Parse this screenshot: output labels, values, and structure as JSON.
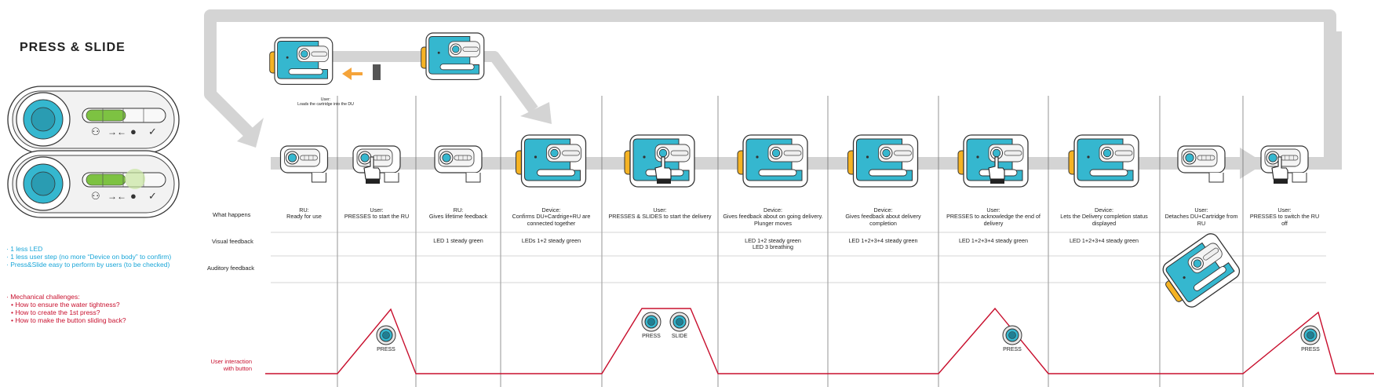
{
  "title": "PRESS & SLIDE",
  "benefits": [
    "· 1 less LED",
    "· 1 less user step (no more “Device on body” to confirm)",
    "· Press&Slide easy to perform by users (to be checked)"
  ],
  "challenges": {
    "heading": "· Mechanical challenges:",
    "items": [
      "• How to ensure the water tightness?",
      "• How to create the 1st press?",
      "• How to make the button sliding back?"
    ]
  },
  "row_labels": {
    "what_happens": "What happens",
    "visual_feedback": "Visual feedback",
    "auditory_feedback": "Auditory feedback",
    "user_interaction": [
      "User interaction",
      "with button"
    ]
  },
  "load_caption": [
    "User:",
    "Loads the cartridge into the DU"
  ],
  "steps": [
    {
      "actor": "RU:",
      "what": "Ready for use",
      "visual": ""
    },
    {
      "actor": "User:",
      "what": "PRESSES to start the RU",
      "visual": ""
    },
    {
      "actor": "RU:",
      "what": "Gives lifetime feedback",
      "visual": "LED 1 steady green"
    },
    {
      "actor": "Device:",
      "what": "Confirms DU+Cardrige+RU are connected together",
      "visual": "LEDs 1+2 steady green"
    },
    {
      "actor": "User:",
      "what": "PRESSES & SLIDES to start the delivery",
      "visual": ""
    },
    {
      "actor": "Device:",
      "what": "Gives feedback about on going delivery. Plunger moves",
      "visual": "LED 1+2 steady green\nLED 3 breathing"
    },
    {
      "actor": "Device:",
      "what": "Gives feedback about delivery completion",
      "visual": "LED 1+2+3+4 steady green"
    },
    {
      "actor": "User:",
      "what": "PRESSES to acknowledge the end of delivery",
      "visual": "LED 1+2+3+4 steady green"
    },
    {
      "actor": "Device:",
      "what": "Lets the Delivery completion status displayed",
      "visual": "LED 1+2+3+4 steady green"
    },
    {
      "actor": "User:",
      "what": "Detaches DU+Cartridge from RU",
      "visual": ""
    },
    {
      "actor": "User:",
      "what": "PRESSES to switch the RU off",
      "visual": ""
    }
  ],
  "button_labels": {
    "press": "PRESS",
    "slide": "SLIDE"
  },
  "colors": {
    "flow_arrow": "#d4d4d4",
    "device_cyan": "#35b7cf",
    "accent_orange": "#f5b324",
    "led_green": "#7dc242",
    "interaction_line": "#c8102e",
    "benefits_text": "#1aa6d8",
    "challenges_text": "#c8102e"
  }
}
